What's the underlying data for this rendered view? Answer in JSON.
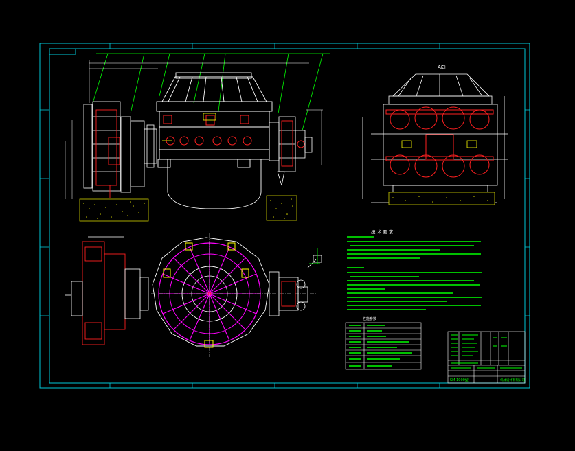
{
  "drawing": {
    "colors": {
      "background": "#000000",
      "frame": "#00c8d8",
      "structure": "#ffffff",
      "accent_red": "#ff2020",
      "accent_magenta": "#ff00ff",
      "annotation": "#00ff00",
      "highlight": "#ffff00",
      "hatch": "#d0d000"
    },
    "section_title": "技 术 要 求",
    "view_label": "A向",
    "table_title": "性能参数",
    "title_block": {
      "drawing_name": "SM 1000型",
      "company": "机械设计有限公司"
    }
  }
}
